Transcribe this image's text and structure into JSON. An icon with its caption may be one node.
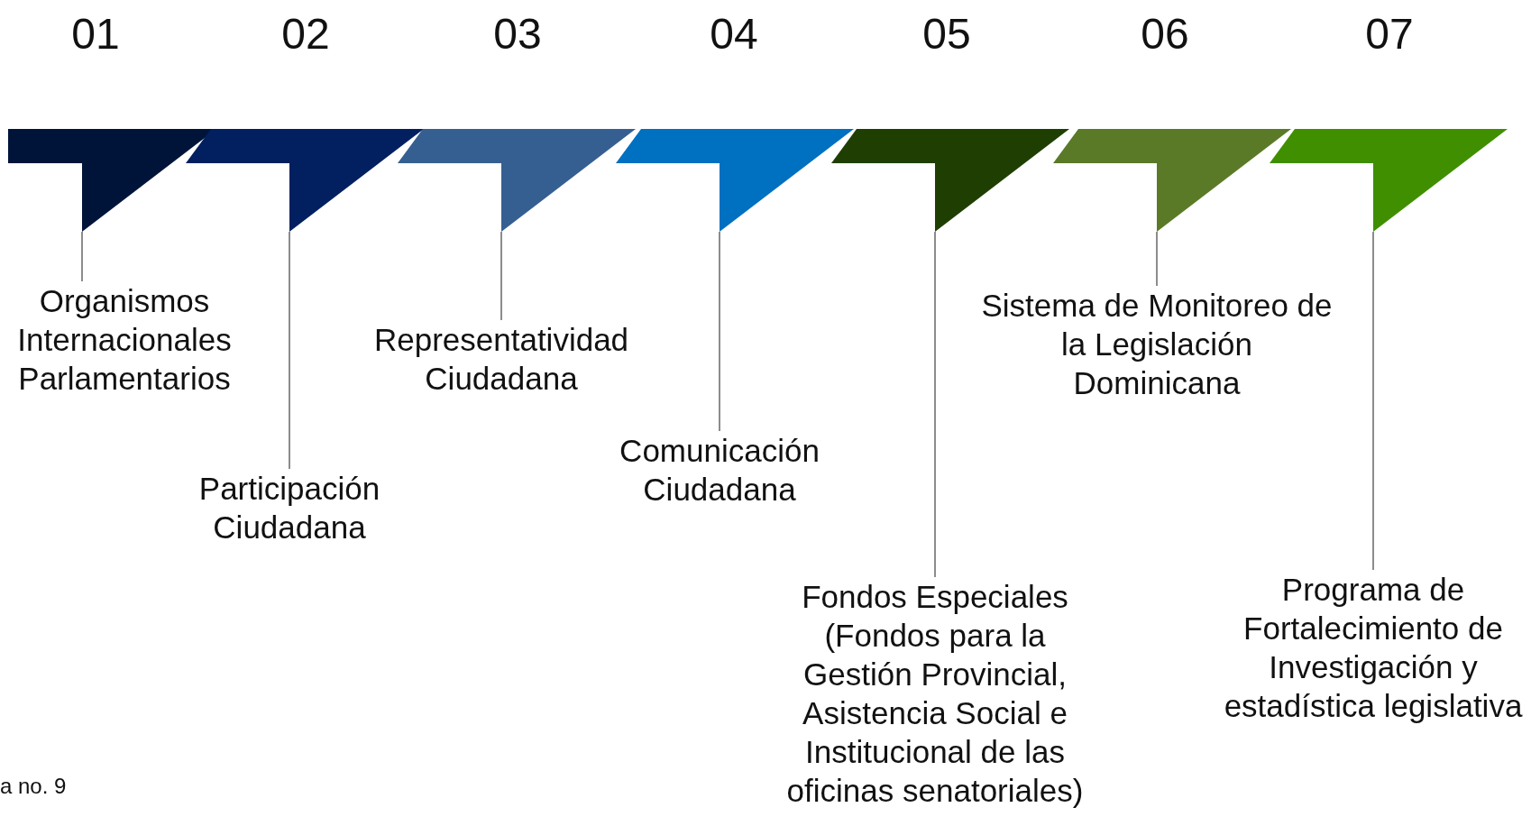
{
  "diagram": {
    "nodes": [
      {
        "text": [
          "01"
        ]
      },
      {
        "text": [
          "02"
        ]
      },
      {
        "text": [
          "03"
        ]
      },
      {
        "text": [
          "04"
        ]
      },
      {
        "text": [
          "05"
        ]
      },
      {
        "text": [
          "06"
        ]
      },
      {
        "text": [
          "07"
        ]
      },
      {
        "text": [
          "Organismos Internacionales Parlamentarios"
        ]
      },
      {
        "text": [
          "Participación Ciudadana"
        ]
      },
      {
        "text": [
          "Representatividad Ciudadana"
        ]
      },
      {
        "text": [
          "Comunicación Ciudadana"
        ]
      },
      {
        "text": [
          "Fondos Especiales (Fondos para la Gestión Provincial, Asistencia Social e Institucional de las oficinas senatoriales)"
        ]
      },
      {
        "text": [
          "Sistema de Monitoreo de la Legislación Dominicana"
        ]
      },
      {
        "text": [
          "Programa de Fortalecimiento de Investigación y estadística legislativa"
        ]
      }
    ],
    "edges": [
      {
        "from": 0,
        "to": 7,
        "arrow": "none"
      },
      {
        "from": 1,
        "to": 8,
        "arrow": "none"
      },
      {
        "from": 2,
        "to": 9,
        "arrow": "none"
      },
      {
        "from": 3,
        "to": 10,
        "arrow": "none"
      },
      {
        "from": 4,
        "to": 11,
        "arrow": "none"
      },
      {
        "from": 5,
        "to": 12,
        "arrow": "none"
      },
      {
        "from": 6,
        "to": 13,
        "arrow": "none"
      }
    ],
    "labels": [
      "a no. 9"
    ]
  }
}
